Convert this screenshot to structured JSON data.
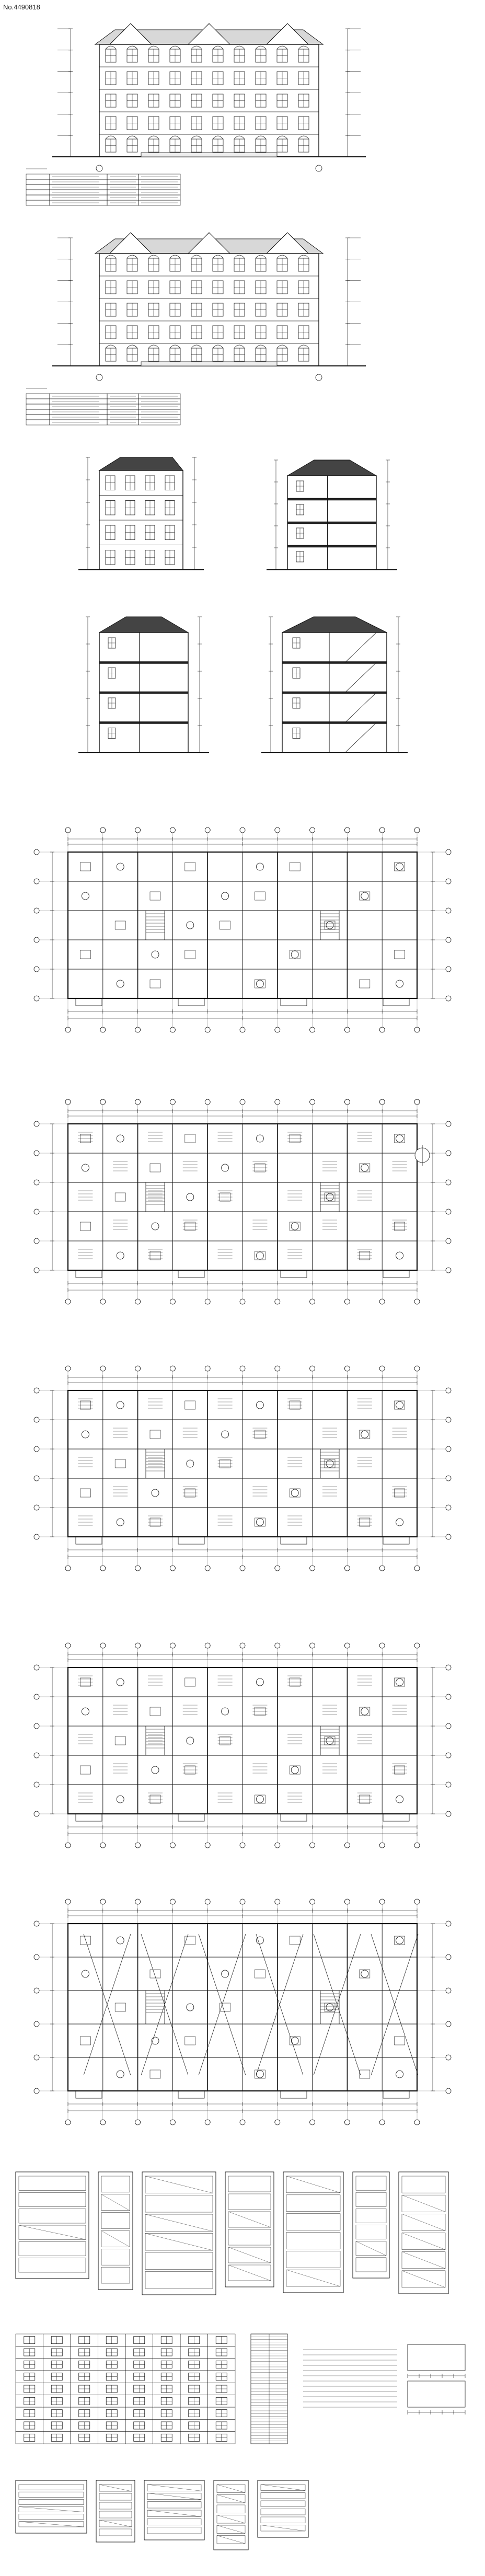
{
  "header": {
    "image_id_label": "No.4490818"
  },
  "drawing": {
    "colors": {
      "line": "#111111",
      "background": "#ffffff",
      "hatch": "#444444"
    },
    "sheets": [
      {
        "kind": "elevation"
      },
      {
        "kind": "legend-table"
      },
      {
        "kind": "elevation"
      },
      {
        "kind": "legend-table"
      },
      {
        "kind": "elevation-side"
      },
      {
        "kind": "section"
      },
      {
        "kind": "section"
      },
      {
        "kind": "section"
      },
      {
        "kind": "floor-plan"
      },
      {
        "kind": "floor-plan"
      },
      {
        "kind": "floor-plan"
      },
      {
        "kind": "floor-plan"
      },
      {
        "kind": "roof-plan"
      },
      {
        "kind": "details"
      },
      {
        "kind": "schedule"
      },
      {
        "kind": "details"
      }
    ]
  }
}
